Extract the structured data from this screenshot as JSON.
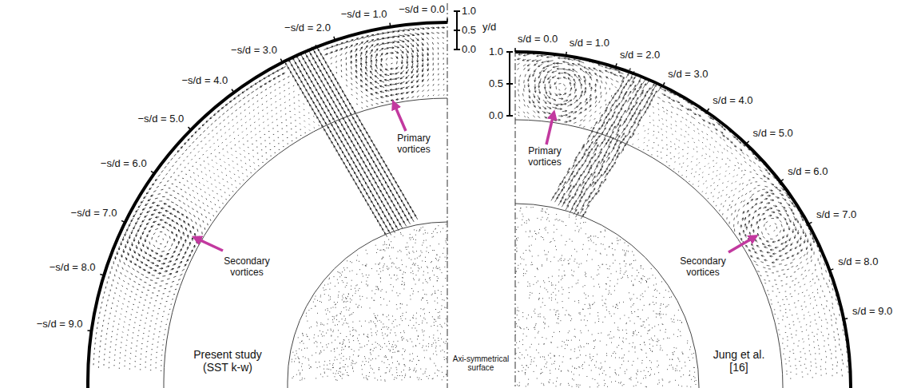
{
  "diagram": {
    "labels": [
      "−s/d = 0.0",
      "−s/d = 1.0",
      "−s/d = 2.0",
      "−s/d = 3.0",
      "−s/d = 4.0",
      "−s/d = 5.0",
      "−s/d = 6.0",
      "−s/d = 7.0",
      "−s/d = 8.0",
      "−s/d = 9.0",
      "1.0",
      "0.5",
      "0.0",
      "y/d",
      "Primary vortices",
      "Secondary vortices",
      "s/d = 0.0",
      "s/d = 1.0",
      "s/d = 2.0",
      "s/d = 3.0",
      "s/d = 4.0",
      "s/d = 5.0",
      "s/d = 6.0",
      "s/d = 7.0",
      "s/d = 8.0",
      "s/d = 9.0",
      "1.0",
      "0.5",
      "0.0",
      "Primary vortices",
      "Secondary vortices",
      "Present study (SST k-w)",
      "Axi-symmetrical surface",
      "Jung et al. [16]"
    ]
  }
}
